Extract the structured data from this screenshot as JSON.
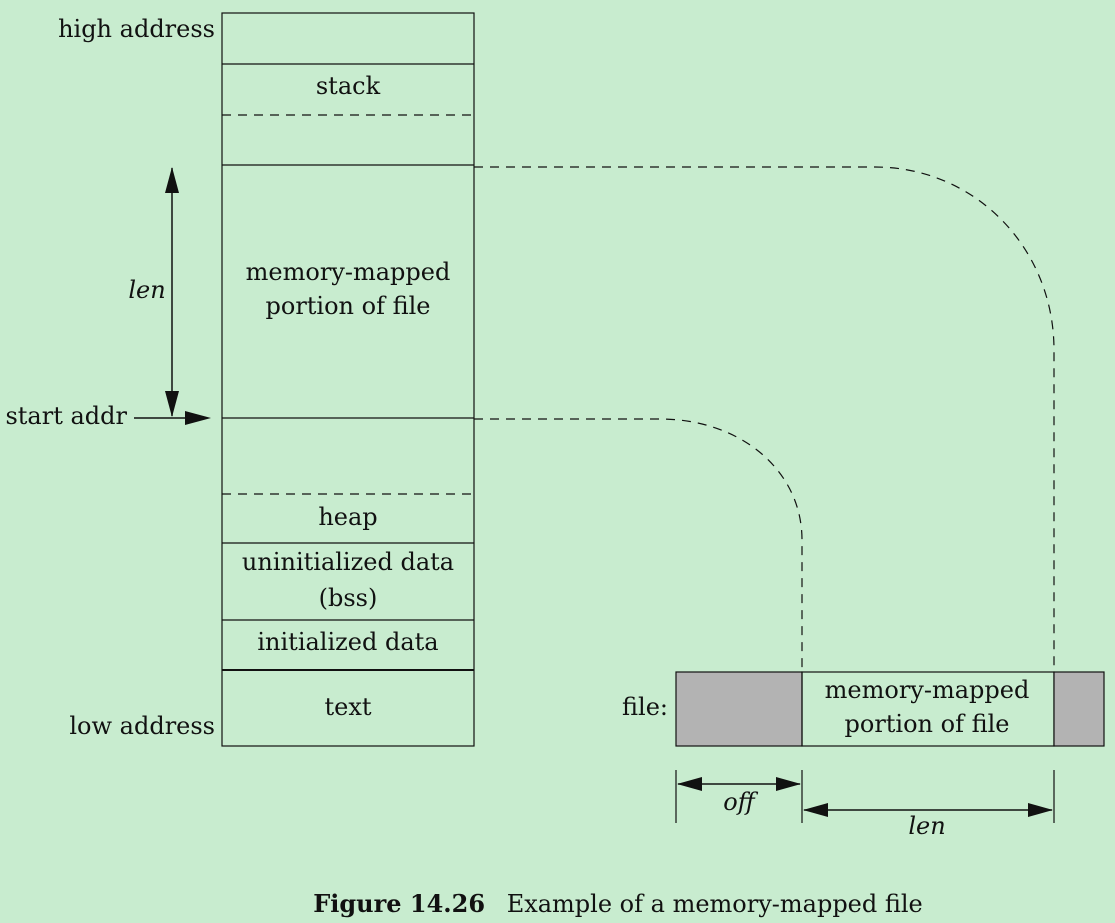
{
  "memory_layout": {
    "high_address": "high address",
    "low_address": "low address",
    "start_addr": "start addr",
    "len_label": "len",
    "segments": {
      "stack": "stack",
      "mapped_line1": "memory-mapped",
      "mapped_line2": "portion of file",
      "heap": "heap",
      "bss_line1": "uninitialized data",
      "bss_line2": "(bss)",
      "initialized": "initialized data",
      "text": "text"
    }
  },
  "file_layout": {
    "file_label": "file:",
    "mapped_line1": "memory-mapped",
    "mapped_line2": "portion of file",
    "off_label": "off",
    "len_label": "len",
    "unmapped_color": "#b3b3b3"
  },
  "caption": {
    "number": "Figure 14.26",
    "text": "Example of a memory-mapped file"
  }
}
